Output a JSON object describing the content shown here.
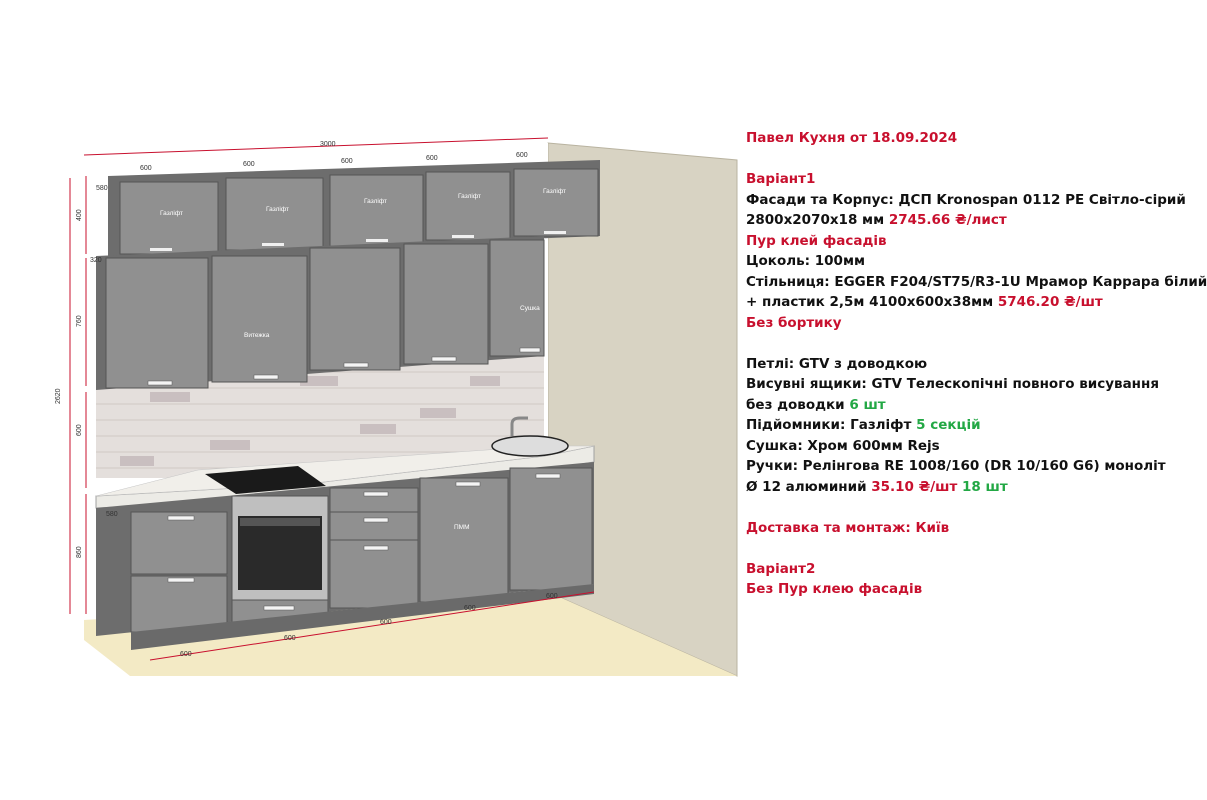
{
  "colors": {
    "accent_red": "#c8102e",
    "accent_green": "#23a845",
    "cabinet": "#8e8e8e",
    "wall": "#d8d3c3",
    "floor": "#f3eac5"
  },
  "drawing": {
    "total_width_label": "3000",
    "top_widths": [
      "600",
      "600",
      "600",
      "600",
      "600"
    ],
    "bottom_widths": [
      "600",
      "600",
      "600",
      "600",
      "600"
    ],
    "height_total": "2620",
    "height_upper_top": "400",
    "height_upper_bottom": "760",
    "height_backsplash": "600",
    "height_base": "860",
    "depth_upper_top": "580",
    "depth_upper_bottom": "320",
    "depth_base": "580",
    "upper_top_labels": [
      "Газліфт",
      "Газліфт",
      "Газліфт",
      "Газліфт",
      "Газліфт"
    ],
    "upper_bottom_labels": [
      "Витежка",
      "Сушка"
    ],
    "base_label": "ПММ"
  },
  "specs": {
    "title": "Павел Кухня от 18.09.2024",
    "v1_title": "Варіант1",
    "facades_a": "Фасади та Корпус: ДСП Kronospan 0112 PE Світло-сірий",
    "facades_b": "2800x2070x18 мм ",
    "facades_price": "2745.66 ₴/лист",
    "pur": "Пур клей фасадів",
    "plinth": "Цоколь: 100мм",
    "counter_a": "Стільниця: EGGER F204/ST75/R3-1U Мрамор Каррара білий",
    "counter_b": "+ пластик 2,5м 4100x600x38мм ",
    "counter_price": "5746.20 ₴/шт",
    "no_edge": "Без бортику",
    "hinges": "Петлі: GTV з доводкою",
    "drawers_a": "Висувні ящики: GTV Телескопічні повного висування",
    "drawers_b": "без доводки ",
    "drawers_qty": "6 шт",
    "lifts": "Підйомники: Газліфт ",
    "lifts_qty": "5 секцій",
    "dryer": "Сушка: Хром 600мм Rejs",
    "handles_a": "Ручки: Релінгова RE 1008/160 (DR 10/160 G6) моноліт",
    "handles_b": "Ø 12 алюминий ",
    "handles_price": "35.10 ₴/шт",
    "handles_qty": " 18 шт",
    "delivery": "Доставка та монтаж: Київ",
    "v2_title": "Варіант2",
    "v2_note": "Без Пур клею фасадів"
  }
}
